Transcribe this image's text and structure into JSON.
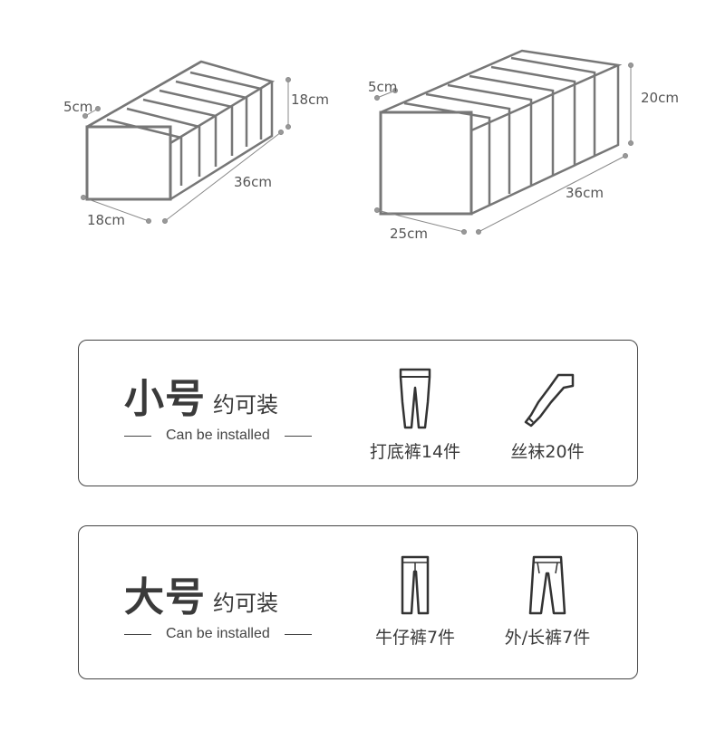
{
  "dimensions": {
    "small_box": {
      "height": "18cm",
      "divider": "5cm",
      "length": "36cm",
      "width": "18cm"
    },
    "large_box": {
      "height": "20cm",
      "divider": "5cm",
      "length": "36cm",
      "width": "25cm"
    }
  },
  "cards": {
    "small": {
      "size": "小号",
      "capacity": "约可装",
      "install": "Can be installed",
      "items": [
        {
          "icon": "leggings-icon",
          "label": "打底裤14件"
        },
        {
          "icon": "stocking-icon",
          "label": "丝袜20件"
        }
      ]
    },
    "large": {
      "size": "大号",
      "capacity": "约可装",
      "install": "Can be installed",
      "items": [
        {
          "icon": "jeans-icon",
          "label": "牛仔裤7件"
        },
        {
          "icon": "trousers-icon",
          "label": "外/长裤7件"
        }
      ]
    }
  }
}
